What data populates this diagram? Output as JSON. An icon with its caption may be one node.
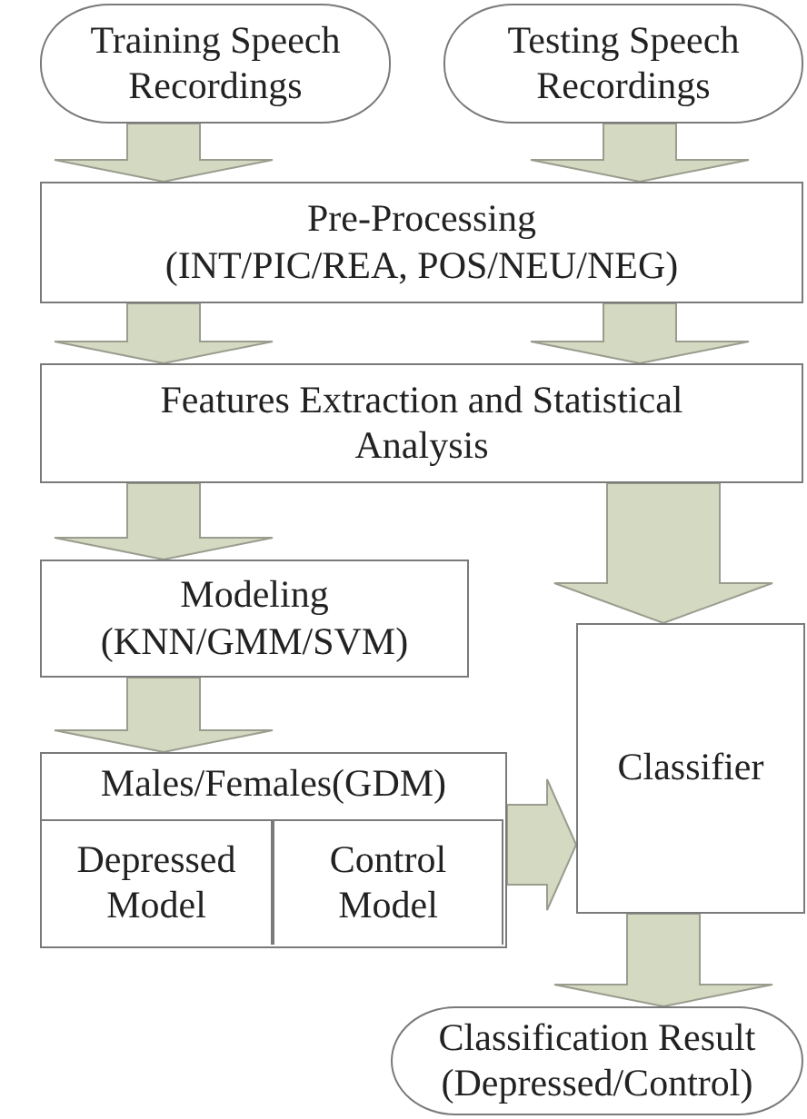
{
  "diagram": {
    "nodes": [
      {
        "text": [
          "Training Speech Recordings"
        ]
      },
      {
        "text": [
          "Testing Speech Recordings"
        ]
      },
      {
        "text": [
          "Pre-Processing",
          "(INT/PIC/REA, POS/NEU/NEG)"
        ]
      },
      {
        "text": [
          "Features Extraction and Statistical Analysis"
        ]
      },
      {
        "text": [
          "Modeling",
          "(KNN/GMM/SVM)"
        ]
      },
      {
        "text": [
          "Males/Females(GDM)"
        ]
      },
      {
        "text": [
          "Depressed Model"
        ],
        "in": 5
      },
      {
        "text": [
          "Control Model"
        ],
        "in": 5
      },
      {
        "text": [
          "Classifier"
        ]
      },
      {
        "text": [
          "Classification Result (Depressed/Control)"
        ]
      }
    ],
    "edges": [
      {
        "from": 0,
        "to": 2,
        "arrow": "to"
      },
      {
        "from": 1,
        "to": 2,
        "arrow": "to"
      },
      {
        "from": 2,
        "to": 3,
        "arrow": "to"
      },
      {
        "from": 2,
        "to": 3,
        "arrow": "to"
      },
      {
        "from": 3,
        "to": 4,
        "arrow": "to"
      },
      {
        "from": 3,
        "to": 8,
        "arrow": "to"
      },
      {
        "from": 4,
        "to": 5,
        "arrow": "to"
      },
      {
        "from": 5,
        "to": 8,
        "arrow": "to"
      },
      {
        "from": 8,
        "to": 9,
        "arrow": "to"
      }
    ]
  }
}
